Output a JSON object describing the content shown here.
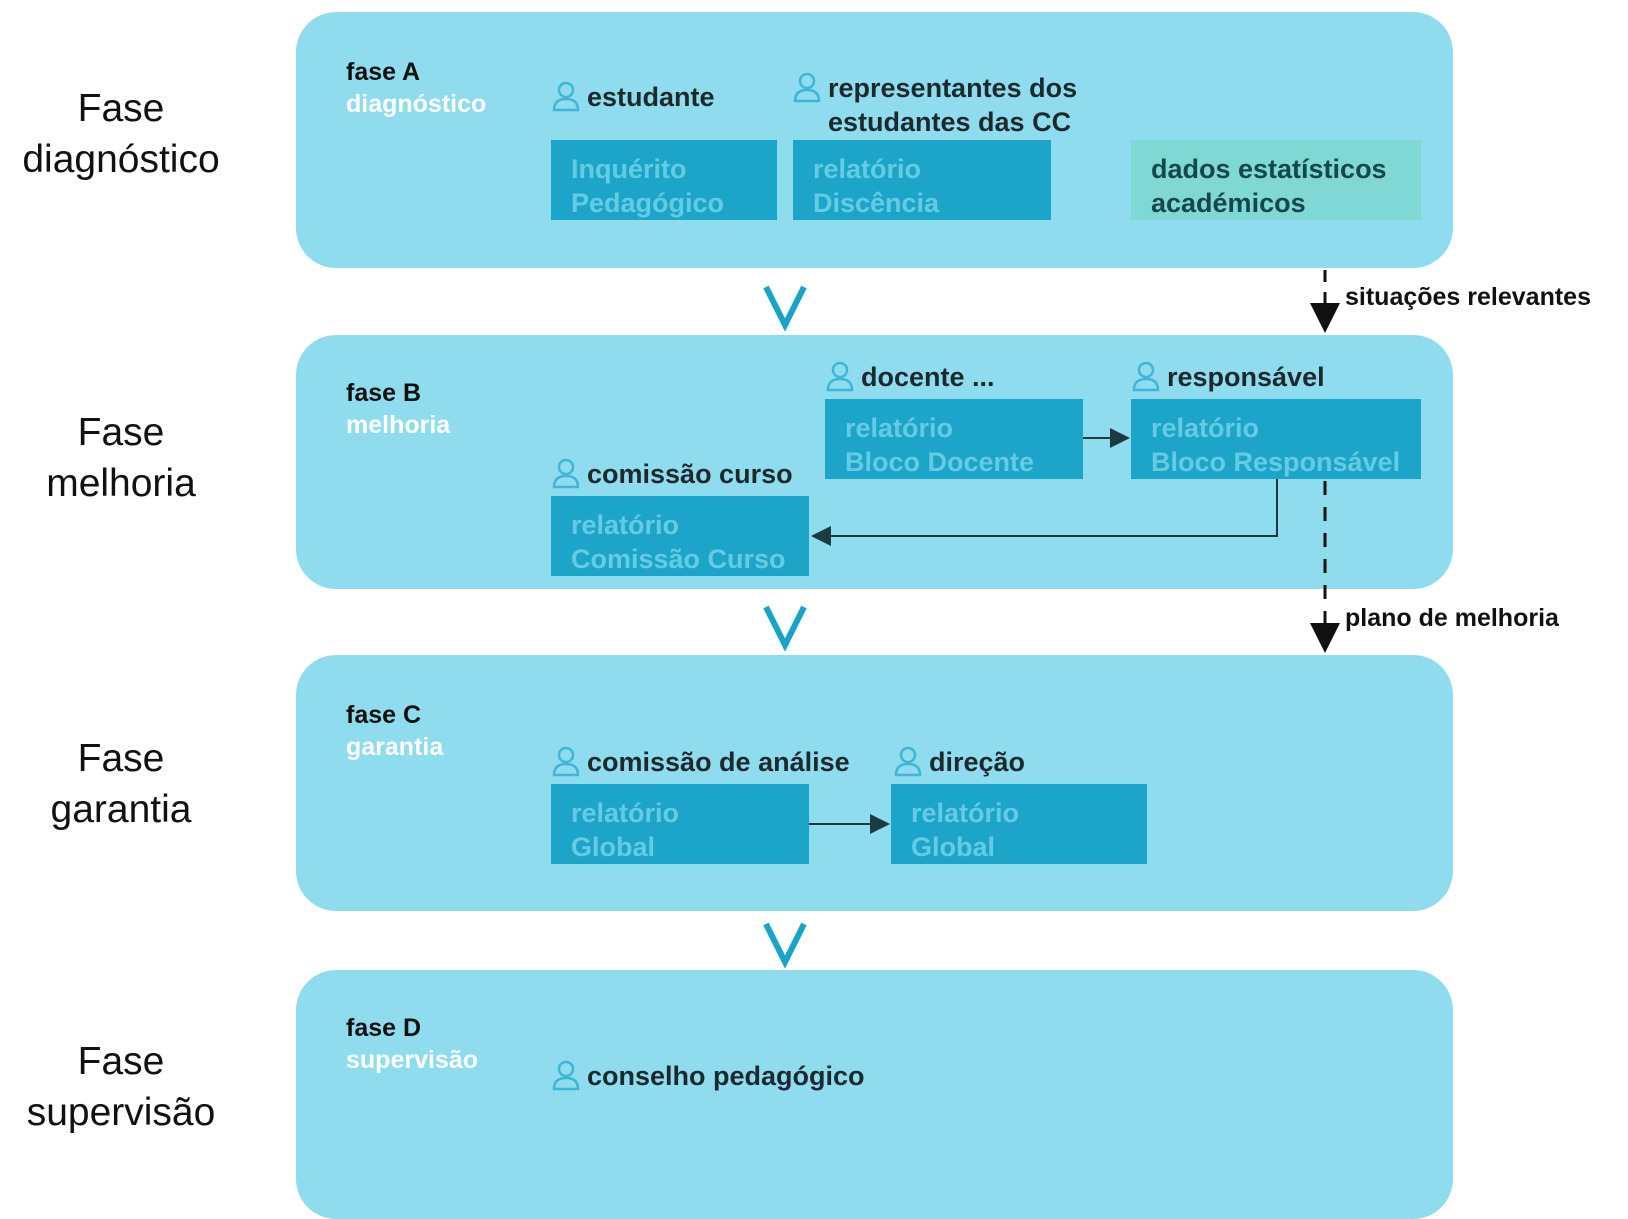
{
  "side_labels": {
    "a": {
      "line1": "Fase",
      "line2": "diagnóstico"
    },
    "b": {
      "line1": "Fase",
      "line2": "melhoria"
    },
    "c": {
      "line1": "Fase",
      "line2": "garantia"
    },
    "d": {
      "line1": "Fase",
      "line2": "supervisão"
    }
  },
  "panels": {
    "a": {
      "title": "fase A",
      "subtitle": "diagnóstico"
    },
    "b": {
      "title": "fase B",
      "subtitle": "melhoria"
    },
    "c": {
      "title": "fase C",
      "subtitle": "garantia"
    },
    "d": {
      "title": "fase D",
      "subtitle": "supervisão"
    }
  },
  "roles": {
    "estudante": "estudante",
    "representantes_line1": "representantes dos",
    "representantes_line2": "estudantes das CC",
    "docente": "docente ...",
    "responsavel": "responsável",
    "comissao_curso": "comissão curso",
    "comissao_analise": "comissão de análise",
    "direcao": "direção",
    "conselho": "conselho pedagógico"
  },
  "boxes": {
    "inquerito": {
      "line1": "Inquérito",
      "line2": "Pedagógico"
    },
    "discencia": {
      "line1": "relatório",
      "line2": "Discência"
    },
    "dados": {
      "line1": "dados estatísticos",
      "line2": "académicos"
    },
    "bloco_docente": {
      "line1": "relatório",
      "line2": "Bloco Docente"
    },
    "bloco_responsavel": {
      "line1": "relatório",
      "line2": "Bloco Responsável"
    },
    "comissao_curso": {
      "line1": "relatório",
      "line2": "Comissão Curso"
    },
    "global_1": {
      "line1": "relatório",
      "line2": "Global"
    },
    "global_2": {
      "line1": "relatório",
      "line2": "Global"
    }
  },
  "dashed_labels": {
    "situacoes": "situações relevantes",
    "plano": "plano de melhoria"
  },
  "colors": {
    "panel": "#8fdcee",
    "box": "#1da5c9",
    "box_text": "#64cbe4",
    "box_green": "#7fd8d4",
    "chevron": "#1aa3c8",
    "person_icon": "#3fb6d8"
  }
}
